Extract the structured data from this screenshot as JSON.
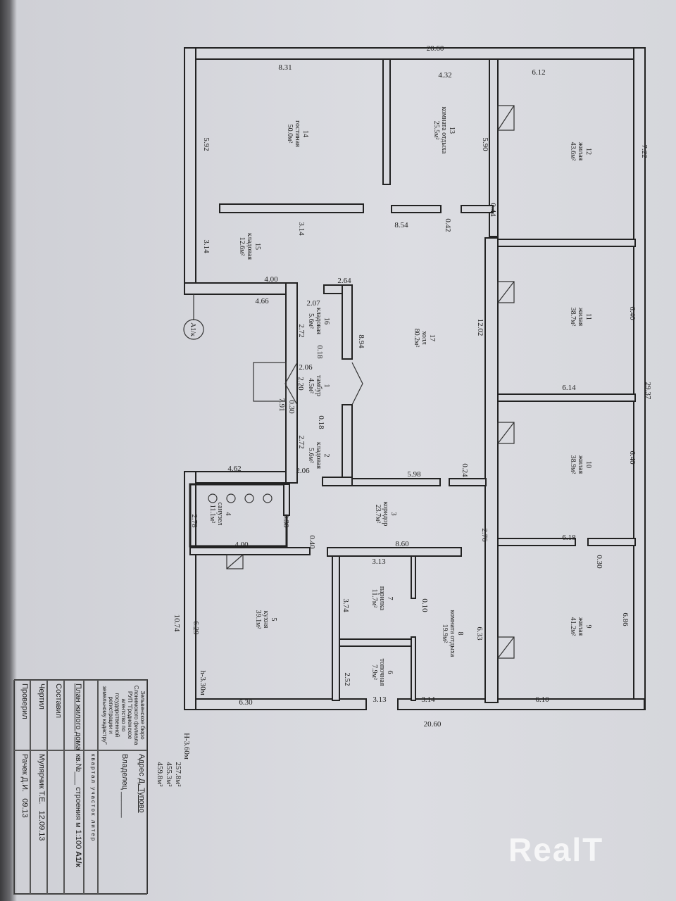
{
  "rooms": [
    {
      "num": "1",
      "name": "тамбур",
      "area": "4.5м²"
    },
    {
      "num": "2",
      "name": "кладовая",
      "area": "5.6м²"
    },
    {
      "num": "3",
      "name": "коридор",
      "area": "23.7м²"
    },
    {
      "num": "4",
      "name": "санузел",
      "area": "11.1м²"
    },
    {
      "num": "5",
      "name": "кухня",
      "area": "39.1м²"
    },
    {
      "num": "6",
      "name": "топочная",
      "area": "7.9м²"
    },
    {
      "num": "7",
      "name": "парилка",
      "area": "11.7м²"
    },
    {
      "num": "8",
      "name": "комната отдыха",
      "area": "19.9м²"
    },
    {
      "num": "9",
      "name": "жилая",
      "area": "41.2м²"
    },
    {
      "num": "10",
      "name": "жилая",
      "area": "38.9м²"
    },
    {
      "num": "11",
      "name": "жилая",
      "area": "38.7м²"
    },
    {
      "num": "12",
      "name": "жилая",
      "area": "43.6м²"
    },
    {
      "num": "13",
      "name": "комната отдыха",
      "area": "25.5м²"
    },
    {
      "num": "14",
      "name": "гостиная",
      "area": "50.0м²"
    },
    {
      "num": "15",
      "name": "кладовая",
      "area": "12.6м²"
    },
    {
      "num": "16",
      "name": "кладовая",
      "area": "5.6м²"
    },
    {
      "num": "17",
      "name": "холл",
      "area": "80.2м²"
    }
  ],
  "dims": [
    "20.60",
    "8.31",
    "4.32",
    "6.12",
    "7.22",
    "5.92",
    "5.90",
    "0.44",
    "8.54",
    "0.42",
    "3.14",
    "3.14",
    "4.00",
    "4.66",
    "2.64",
    "2.07",
    "2.72",
    "0.18",
    "8.94",
    "12.02",
    "6.40",
    "2.06",
    "2.20",
    "6.14",
    "29.37",
    "7.91",
    "0.30",
    "0.18",
    "2.72",
    "6.40",
    "4.62",
    "2.06",
    "5.98",
    "0.24",
    "0.30",
    "2.78",
    "2.76",
    "6.18",
    "4.00",
    "8.60",
    "0.40",
    "3.13",
    "0.30",
    "0.10",
    "3.74",
    "6.86",
    "10.74",
    "6.29",
    "6.33",
    "2.52",
    "h-3.30м",
    "3.13",
    "3.14",
    "6.10",
    "6.30",
    "20.60"
  ],
  "height_label": "H-3.60м",
  "areas": [
    "257.8м²",
    "455.3м²",
    "459.8м²"
  ],
  "axis_marker": "А1/к",
  "title_block": {
    "org": "Зельвенское бюро Слонимского филиала РУП \"Гродненское агентство по государственной регистрации и земельному кадастру\"",
    "address_label": "Адрес",
    "address": "Д. Тупово",
    "owner_label": "Владелец",
    "kvartal": "квартал",
    "uchastok": "участок",
    "liter": "литер",
    "plan_title": "План жилого дома",
    "kv_label": "кв.№",
    "stroenie": "строения",
    "scale": "м 1:100",
    "liter_value": "А1/к",
    "composed": "Составил",
    "drawn": "Чертил",
    "drawn_name": "Мулярчик Т.Е.",
    "drawn_date": "12.09.13",
    "checked": "Проверил",
    "checked_name": "Рачек Д.И.",
    "checked_date": "09.13"
  },
  "watermark": "RealT"
}
